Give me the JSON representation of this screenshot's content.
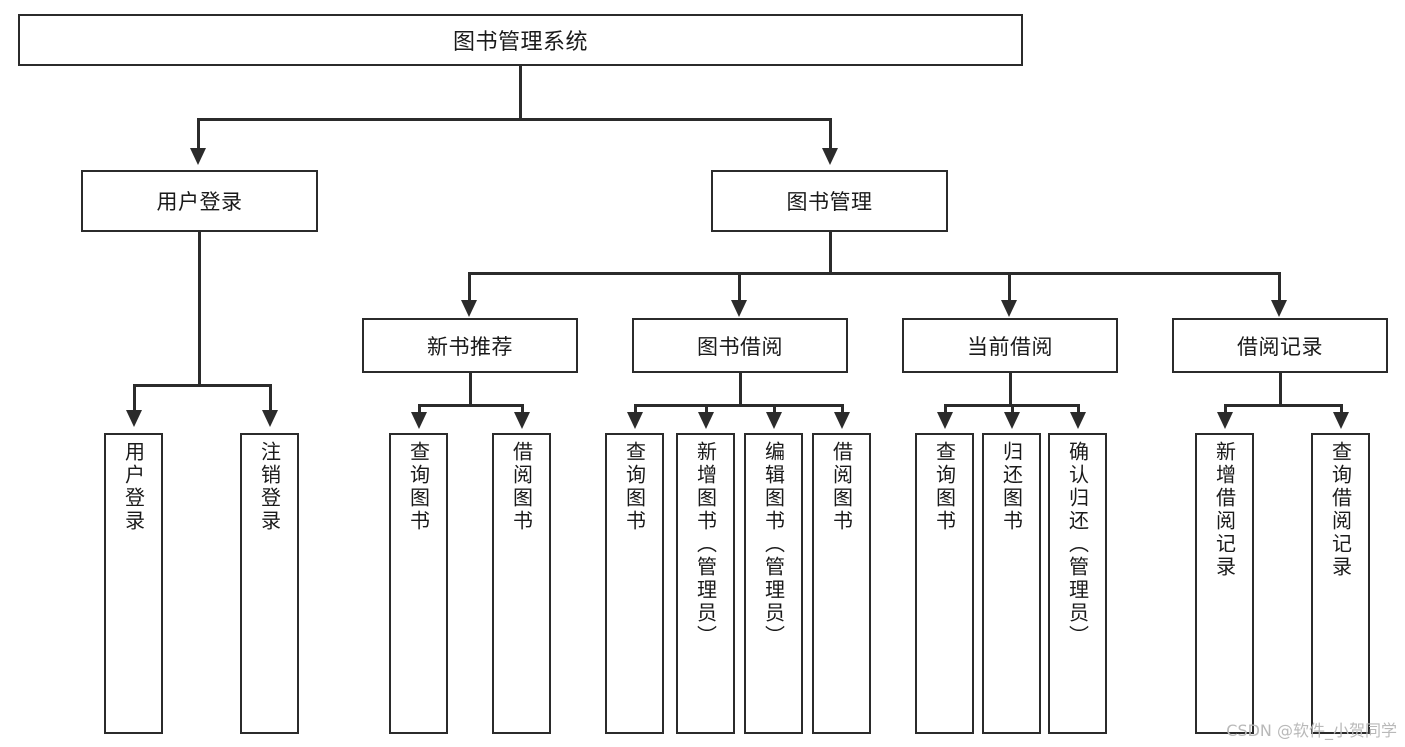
{
  "diagram": {
    "type": "tree-hierarchy-diagram",
    "title": "图书管理系统",
    "watermark": "CSDN @软件_小贺同学",
    "colors": {
      "stroke": "#2b2b2b",
      "fill": "#ffffff",
      "text": "#1a1a1a",
      "watermark": "#b9b9b9"
    },
    "root": {
      "label": "图书管理系统"
    },
    "level2": [
      {
        "label": "用户登录"
      },
      {
        "label": "图书管理"
      }
    ],
    "level3": [
      {
        "label": "新书推荐"
      },
      {
        "label": "图书借阅"
      },
      {
        "label": "当前借阅"
      },
      {
        "label": "借阅记录"
      }
    ],
    "leaves": {
      "user_login": [
        {
          "label": "用户登录"
        },
        {
          "label": "注销登录"
        }
      ],
      "new_book_recommend": [
        {
          "label": "查询图书"
        },
        {
          "label": "借阅图书"
        }
      ],
      "book_borrow": [
        {
          "label": "查询图书"
        },
        {
          "label": "新增图书（管理员）"
        },
        {
          "label": "编辑图书（管理员）"
        },
        {
          "label": "借阅图书"
        }
      ],
      "current_borrow": [
        {
          "label": "查询图书"
        },
        {
          "label": "归还图书"
        },
        {
          "label": "确认归还（管理员）"
        }
      ],
      "borrow_record": [
        {
          "label": "新增借阅记录"
        },
        {
          "label": "查询借阅记录"
        }
      ]
    }
  }
}
